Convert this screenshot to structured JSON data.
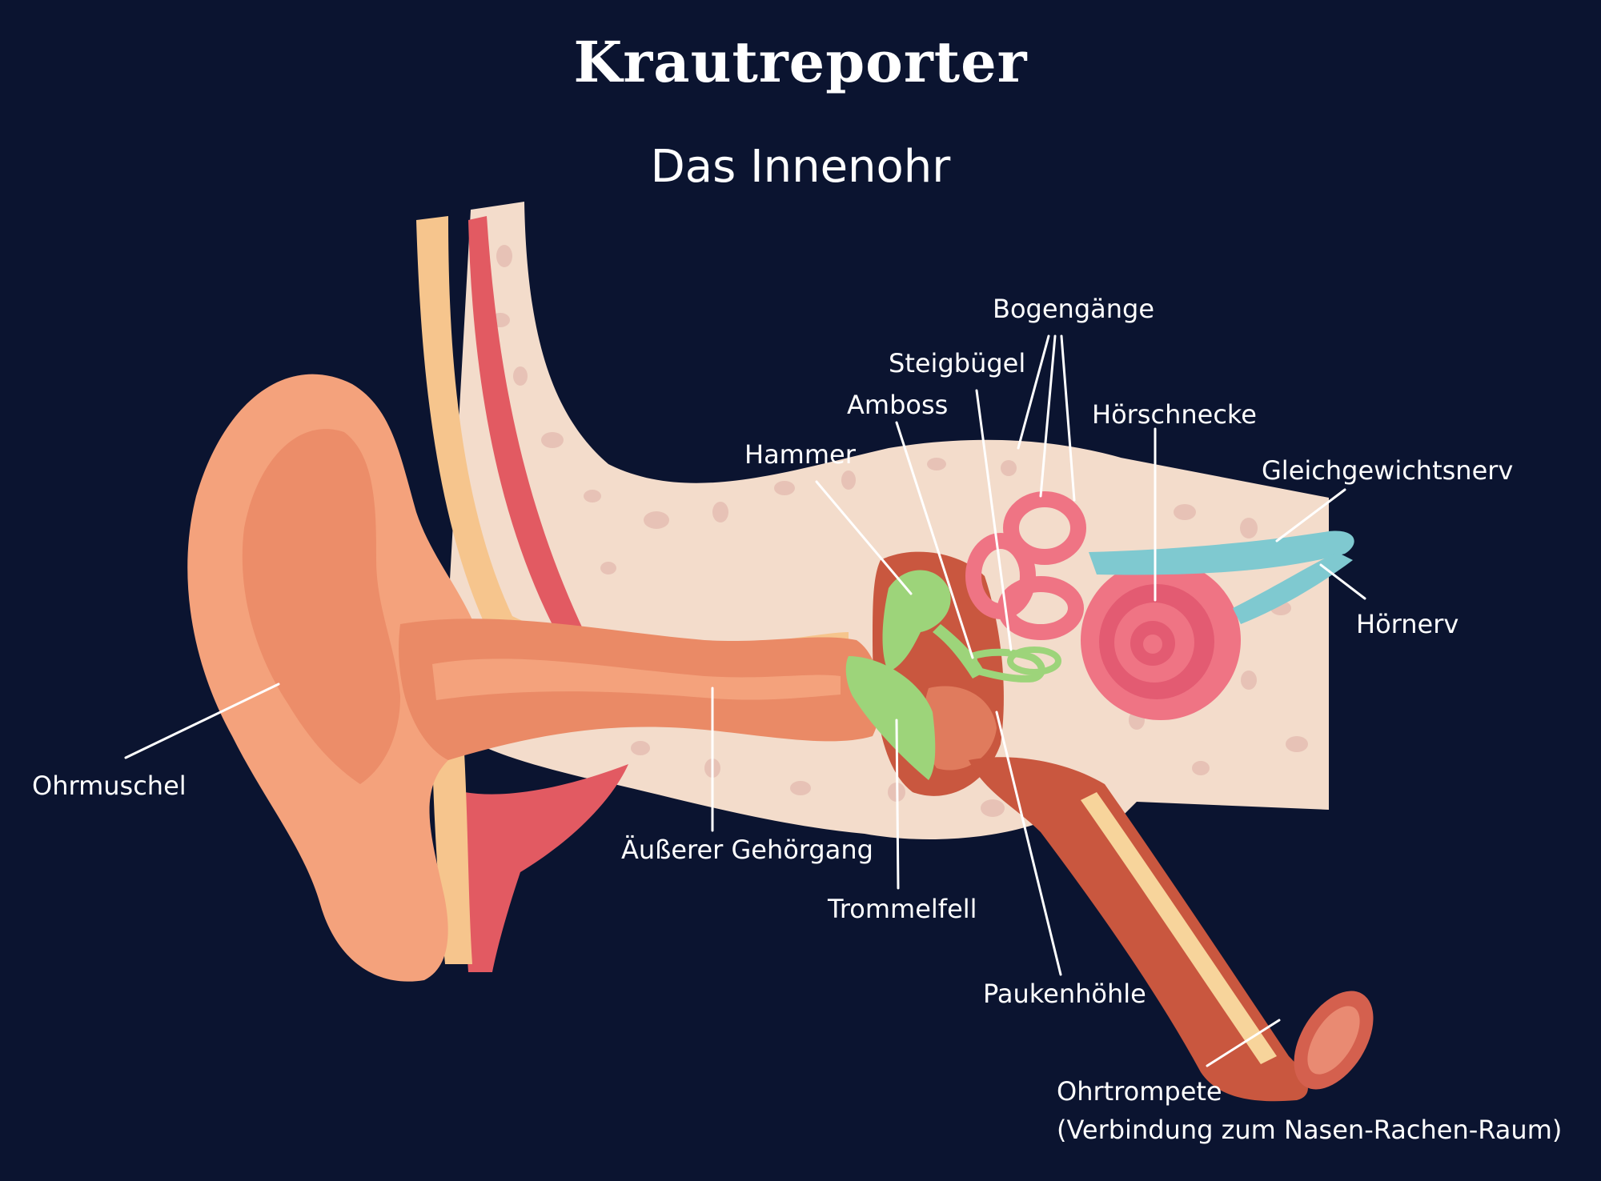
{
  "brand": "Krautreporter",
  "title": "Das Innenohr",
  "labels": {
    "bogengaenge": "Bogengänge",
    "steigbuegel": "Steigbügel",
    "amboss": "Amboss",
    "hoerschnecke": "Hörschnecke",
    "hammer": "Hammer",
    "gleichgewichtsnerv": "Gleichgewichtsnerv",
    "hoernerv": "Hörnerv",
    "ohrmuschel": "Ohrmuschel",
    "gehoergang": "Äußerer Gehörgang",
    "trommelfell": "Trommelfell",
    "paukenhoehle": "Paukenhöhle",
    "ohrtrompete": "Ohrtrompete",
    "ohrtrompete_sub": "(Verbindung zum Nasen-Rachen-Raum)"
  },
  "colors": {
    "background": "#0b1430",
    "bone": "#f3dccb",
    "skin": "#f4a27c",
    "canal": "#ea8a66",
    "muscle": "#e25a62",
    "ossicles": "#9dd47a",
    "cochlea": "#ef7484",
    "nerve": "#7fc9d0"
  }
}
